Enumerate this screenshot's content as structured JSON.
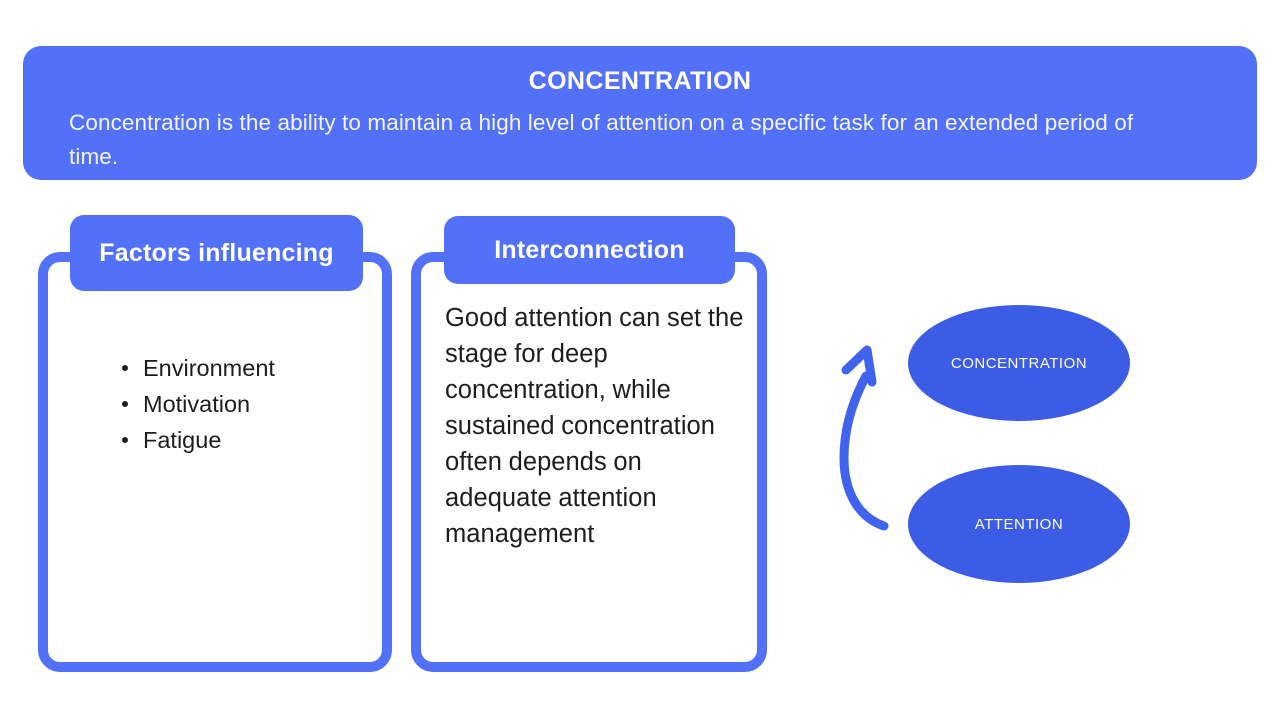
{
  "banner": {
    "title": "CONCENTRATION",
    "subtitle": "Concentration is the ability to maintain a high level of attention on a specific task for an extended period of time.",
    "bg_color": "#5271f8",
    "text_color": "#ffffff"
  },
  "cards": [
    {
      "id": "factors-influencing",
      "header": "Factors influencing",
      "list": [
        "Environment",
        "Motivation",
        "Fatigue"
      ]
    },
    {
      "id": "interconnection",
      "header": "Interconnection",
      "paragraph": "Good attention can set the stage for deep concentration, while sustained concentration often depends on adequate attention management"
    }
  ],
  "diagram": {
    "nodes": [
      {
        "id": "node-concentration",
        "label": "CONCENTRATION"
      },
      {
        "id": "node-attention",
        "label": "ATTENTION"
      }
    ],
    "arrow": {
      "name": "curved-arrow-up-icon",
      "direction": "up",
      "from": "ATTENTION",
      "to": "CONCENTRATION"
    },
    "node_color": "#3c5ce6",
    "arrow_color": "#3f63ec",
    "label_color": "#ffffff"
  },
  "theme": {
    "accent": "#5271f8",
    "node_accent": "#3c5ce6",
    "background": "#ffffff",
    "body_text": "#1d1d1f"
  }
}
